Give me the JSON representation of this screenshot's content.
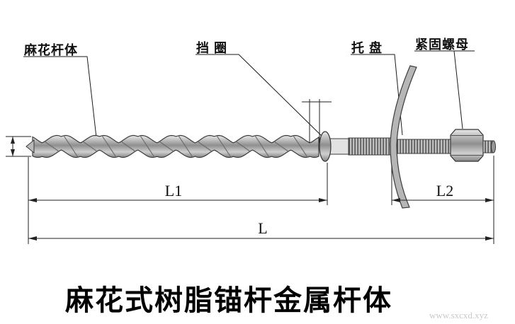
{
  "canvas": {
    "background": "#ffffff",
    "line_color": "#1a1a1a",
    "metal_light": "#e6e6e6",
    "metal_dark": "#8a8a8a",
    "watermark_color": "#c9c9c9"
  },
  "part_labels": {
    "twisted_rod": "麻花杆体",
    "retaining_ring": "挡 圈",
    "plate": "托 盘",
    "lock_nut": "紧固螺母"
  },
  "dimensions": {
    "l1": "L1",
    "l2": "L2",
    "total": "L"
  },
  "title": "麻花式树脂锚杆金属杆体",
  "watermark": "www.sxcxd.xyz"
}
